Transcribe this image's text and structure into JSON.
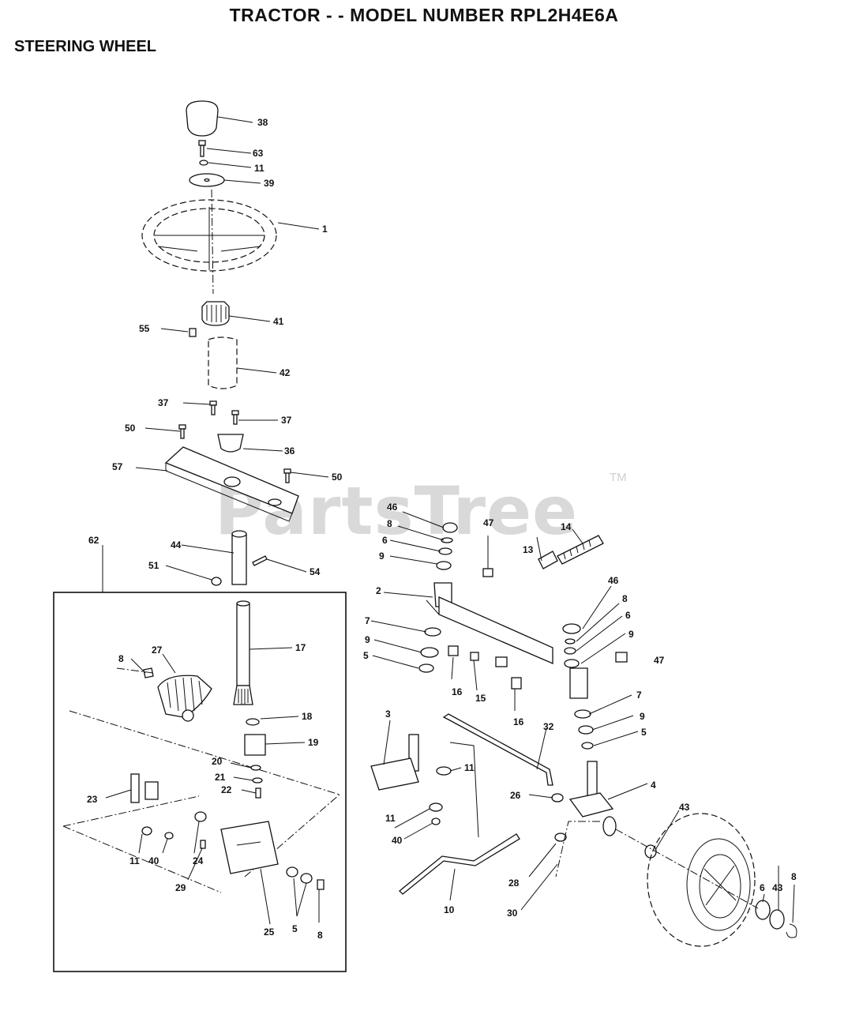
{
  "header": {
    "title": "TRACTOR - - MODEL NUMBER RPL2H4E6A",
    "section": "STEERING WHEEL"
  },
  "watermark": {
    "text": "PartsTree",
    "tm": "TM"
  },
  "callouts": [
    {
      "id": "c38",
      "text": "38"
    },
    {
      "id": "c63",
      "text": "63"
    },
    {
      "id": "c11a",
      "text": "11"
    },
    {
      "id": "c39",
      "text": "39"
    },
    {
      "id": "c1",
      "text": "1"
    },
    {
      "id": "c41",
      "text": "41"
    },
    {
      "id": "c55",
      "text": "55"
    },
    {
      "id": "c42",
      "text": "42"
    },
    {
      "id": "c37a",
      "text": "37"
    },
    {
      "id": "c37b",
      "text": "37"
    },
    {
      "id": "c50a",
      "text": "50"
    },
    {
      "id": "c36",
      "text": "36"
    },
    {
      "id": "c57",
      "text": "57"
    },
    {
      "id": "c50b",
      "text": "50"
    },
    {
      "id": "c62",
      "text": "62"
    },
    {
      "id": "c44",
      "text": "44"
    },
    {
      "id": "c51",
      "text": "51"
    },
    {
      "id": "c54",
      "text": "54"
    },
    {
      "id": "c17",
      "text": "17"
    },
    {
      "id": "c27",
      "text": "27"
    },
    {
      "id": "c8a",
      "text": "8"
    },
    {
      "id": "c18",
      "text": "18"
    },
    {
      "id": "c19",
      "text": "19"
    },
    {
      "id": "c20",
      "text": "20"
    },
    {
      "id": "c21",
      "text": "21"
    },
    {
      "id": "c22",
      "text": "22"
    },
    {
      "id": "c23",
      "text": "23"
    },
    {
      "id": "c11b",
      "text": "11"
    },
    {
      "id": "c40a",
      "text": "40"
    },
    {
      "id": "c24",
      "text": "24"
    },
    {
      "id": "c29",
      "text": "29"
    },
    {
      "id": "c25",
      "text": "25"
    },
    {
      "id": "c5a",
      "text": "5"
    },
    {
      "id": "c8b",
      "text": "8"
    },
    {
      "id": "c46a",
      "text": "46"
    },
    {
      "id": "c8c",
      "text": "8"
    },
    {
      "id": "c6a",
      "text": "6"
    },
    {
      "id": "c9a",
      "text": "9"
    },
    {
      "id": "c47a",
      "text": "47"
    },
    {
      "id": "c13",
      "text": "13"
    },
    {
      "id": "c14",
      "text": "14"
    },
    {
      "id": "c2",
      "text": "2"
    },
    {
      "id": "c46b",
      "text": "46"
    },
    {
      "id": "c8d",
      "text": "8"
    },
    {
      "id": "c6b",
      "text": "6"
    },
    {
      "id": "c9b",
      "text": "9"
    },
    {
      "id": "c47b",
      "text": "47"
    },
    {
      "id": "c7a",
      "text": "7"
    },
    {
      "id": "c9c",
      "text": "9"
    },
    {
      "id": "c5b",
      "text": "5"
    },
    {
      "id": "c16a",
      "text": "16"
    },
    {
      "id": "c15",
      "text": "15"
    },
    {
      "id": "c16b",
      "text": "16"
    },
    {
      "id": "c7b",
      "text": "7"
    },
    {
      "id": "c9d",
      "text": "9"
    },
    {
      "id": "c5c",
      "text": "5"
    },
    {
      "id": "c3",
      "text": "3"
    },
    {
      "id": "c32",
      "text": "32"
    },
    {
      "id": "c11c",
      "text": "11"
    },
    {
      "id": "c4",
      "text": "4"
    },
    {
      "id": "c26",
      "text": "26"
    },
    {
      "id": "c11d",
      "text": "11"
    },
    {
      "id": "c40b",
      "text": "40"
    },
    {
      "id": "c43a",
      "text": "43"
    },
    {
      "id": "c28",
      "text": "28"
    },
    {
      "id": "c10",
      "text": "10"
    },
    {
      "id": "c30",
      "text": "30"
    },
    {
      "id": "c6c",
      "text": "6"
    },
    {
      "id": "c43b",
      "text": "43"
    },
    {
      "id": "c8e",
      "text": "8"
    }
  ]
}
